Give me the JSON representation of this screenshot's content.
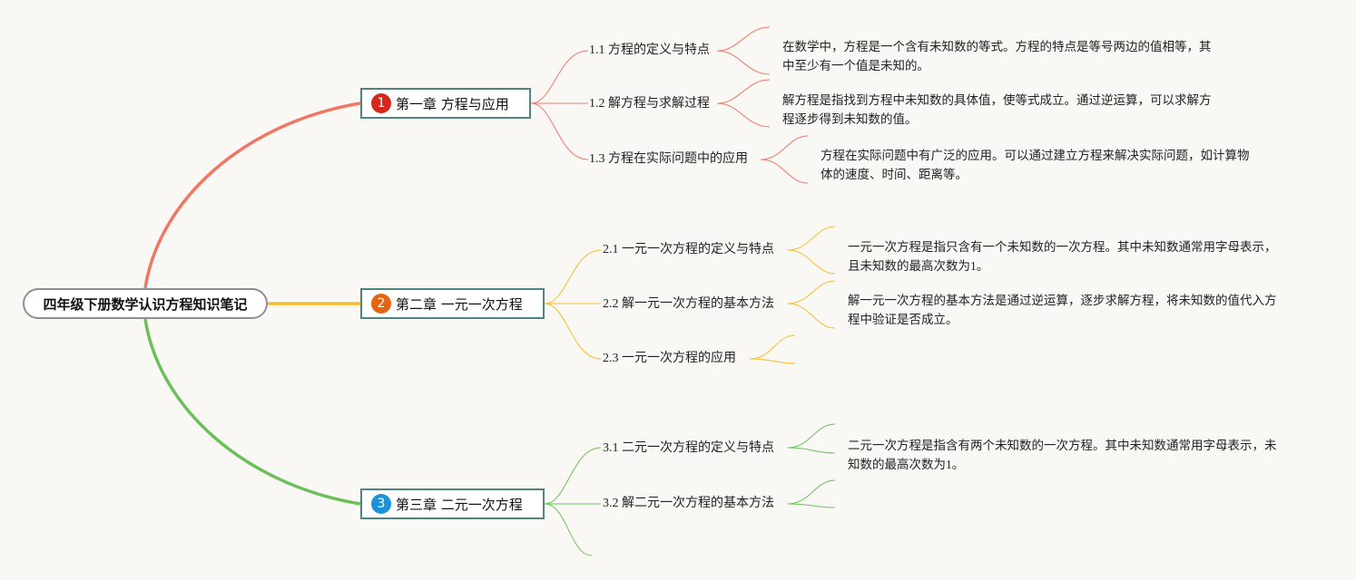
{
  "root": {
    "label": "四年级下册数学认识方程知识笔记"
  },
  "chapters": [
    {
      "number": "1",
      "label": "第一章 方程与应用",
      "color": "#f07766",
      "badge_color": "#d7261b",
      "topics": [
        {
          "label": "1.1 方程的定义与特点",
          "desc": [
            "在数学中，方程是一个含有未知数的等式。方程的特点是等号两边的值相等，其",
            "中至少有一个值是未知的。"
          ]
        },
        {
          "label": "1.2 解方程与求解过程",
          "desc": [
            "解方程是指找到方程中未知数的具体值，使等式成立。通过逆运算，可以求解方",
            "程逐步得到未知数的值。"
          ]
        },
        {
          "label": "1.3 方程在实际问题中的应用",
          "desc": [
            "方程在实际问题中有广泛的应用。可以通过建立方程来解决实际问题，如计算物",
            "体的速度、时间、距离等。"
          ]
        }
      ]
    },
    {
      "number": "2",
      "label": "第二章 一元一次方程",
      "color": "#f5bd2a",
      "badge_color": "#e8630f",
      "topics": [
        {
          "label": "2.1 一元一次方程的定义与特点",
          "desc": [
            "一元一次方程是指只含有一个未知数的一次方程。其中未知数通常用字母表示，",
            "且未知数的最高次数为1。"
          ]
        },
        {
          "label": "2.2 解一元一次方程的基本方法",
          "desc": [
            "解一元一次方程的基本方法是通过逆运算，逐步求解方程，将未知数的值代入方",
            "程中验证是否成立。"
          ]
        },
        {
          "label": "2.3 一元一次方程的应用",
          "desc": []
        }
      ]
    },
    {
      "number": "3",
      "label": "第三章 二元一次方程",
      "color": "#6cc05a",
      "badge_color": "#1b93d8",
      "topics": [
        {
          "label": "3.1 二元一次方程的定义与特点",
          "desc": [
            "二元一次方程是指含有两个未知数的一次方程。其中未知数通常用字母表示，未",
            "知数的最高次数为1。"
          ]
        },
        {
          "label": "3.2 解二元一次方程的基本方法",
          "desc": []
        }
      ]
    }
  ]
}
